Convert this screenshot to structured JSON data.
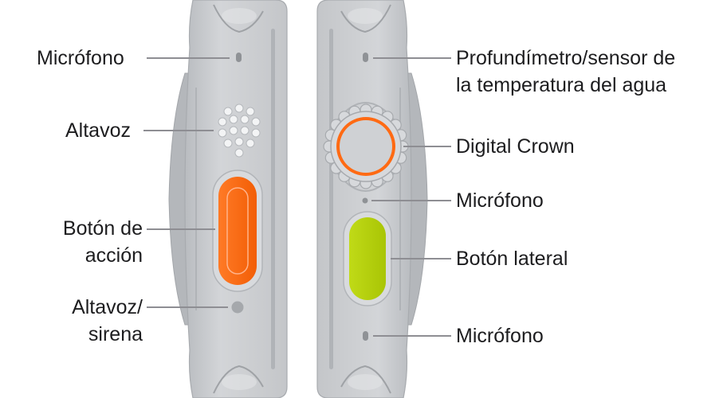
{
  "colors": {
    "body": "#c9cbce",
    "body_dark": "#a8abaf",
    "body_light": "#dcdee0",
    "action_button": "#ff6a13",
    "side_button": "#b5d10a",
    "crown_ring": "#ff6a13",
    "leader": "#8e8e93",
    "text": "#1d1d1f"
  },
  "left_callouts": {
    "microphone": "Micrófono",
    "speaker": "Altavoz",
    "action_button_line1": "Botón de",
    "action_button_line2": "acción",
    "speaker_siren_line1": "Altavoz/",
    "speaker_siren_line2": "sirena"
  },
  "right_callouts": {
    "depth_sensor_line1": "Profundímetro/sensor de",
    "depth_sensor_line2": "la temperatura del agua",
    "digital_crown": "Digital Crown",
    "microphone_middle": "Micrófono",
    "side_button": "Botón lateral",
    "microphone_bottom": "Micrófono"
  },
  "icons": {
    "speaker_grille": "speaker-grille-icon",
    "action_button": "action-button-icon",
    "digital_crown": "digital-crown-icon",
    "side_button": "side-button-icon"
  }
}
